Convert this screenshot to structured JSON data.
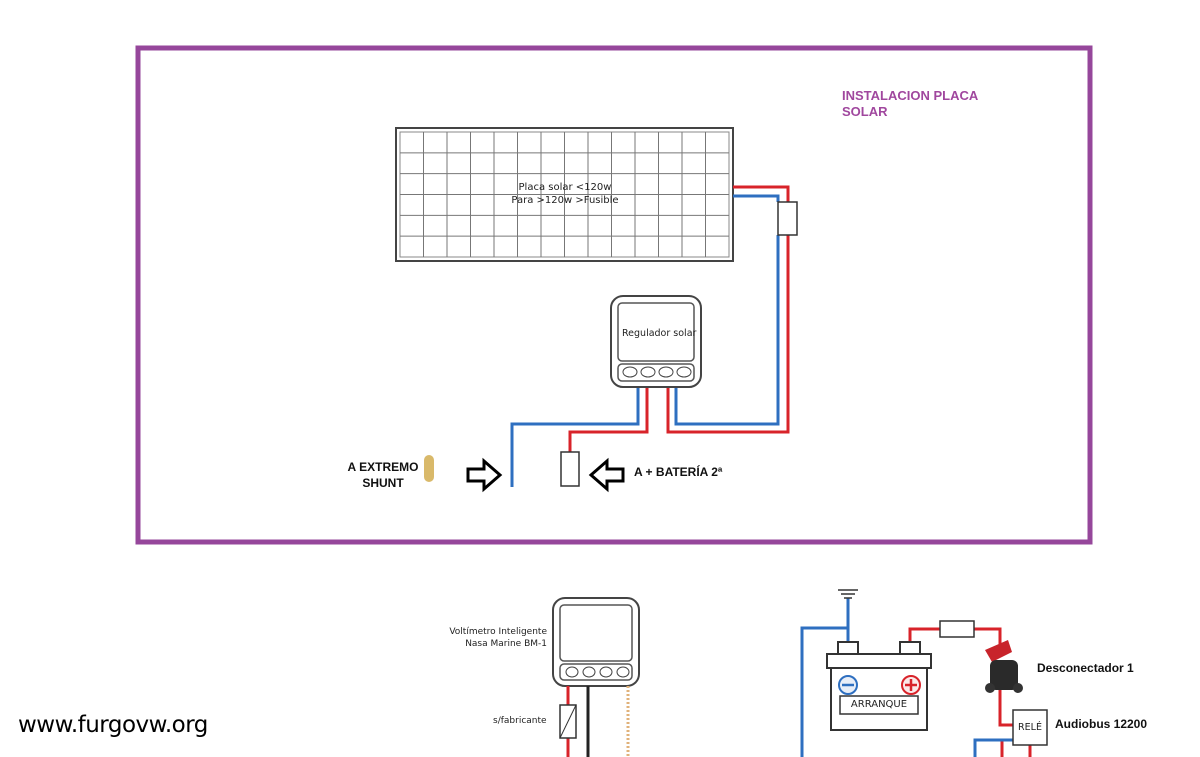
{
  "title": {
    "line1": "INSTALACION PLACA",
    "line2": "SOLAR"
  },
  "solar_panel": {
    "line1": "Placa solar <120w",
    "line2": "Para >120w >Fusible"
  },
  "regulator": {
    "label": "Regulador solar"
  },
  "labels": {
    "shunt_line1": "A EXTREMO",
    "shunt_line2": "SHUNT",
    "battery2": "A + BATERÍA 2ª"
  },
  "voltmeter": {
    "line1": "Voltímetro Inteligente",
    "line2": "Nasa Marine BM-1",
    "fuse_note": "s/fabricante"
  },
  "battery": {
    "label": "ARRANQUE"
  },
  "disconnector": {
    "label": "Desconectador 1"
  },
  "relay": {
    "box_label": "RELÉ",
    "label": "Audiobus 12200"
  },
  "watermark": "www.furgovw.org",
  "colors": {
    "frame": "#96479b",
    "title": "#a0479e",
    "positive": "#d8232a",
    "negative": "#2e6fc0"
  }
}
